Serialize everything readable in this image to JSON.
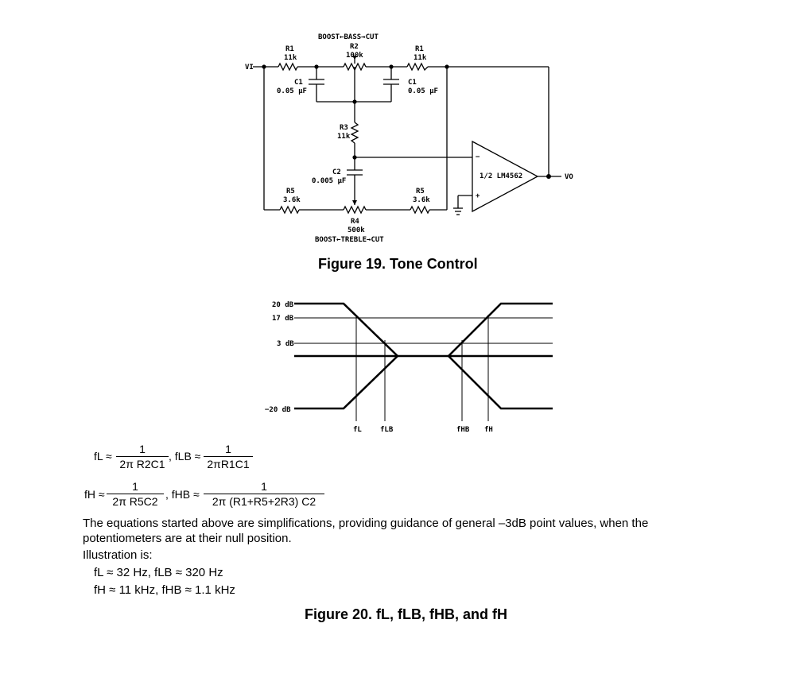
{
  "schematic": {
    "vi": "VI",
    "vo": "VO",
    "bass_label": "BOOST←BASS→CUT",
    "treble_label": "BOOST←TREBLE→CUT",
    "r1_left": {
      "name": "R1",
      "value": "11k"
    },
    "r2": {
      "name": "R2",
      "value": "100k"
    },
    "r1_right": {
      "name": "R1",
      "value": "11k"
    },
    "c1_left": {
      "name": "C1",
      "value": "0.05 μF"
    },
    "c1_right": {
      "name": "C1",
      "value": "0.05 μF"
    },
    "r3": {
      "name": "R3",
      "value": "11k"
    },
    "c2": {
      "name": "C2",
      "value": "0.005 μF"
    },
    "r5_left": {
      "name": "R5",
      "value": "3.6k"
    },
    "r5_right": {
      "name": "R5",
      "value": "3.6k"
    },
    "r4": {
      "name": "R4",
      "value": "500k"
    },
    "opamp": "1/2 LM4562",
    "minus": "−",
    "plus": "+"
  },
  "figure19_caption": "Figure 19.  Tone Control",
  "response": {
    "y_labels": [
      "20 dB",
      "17 dB",
      "3 dB",
      "−20 dB"
    ],
    "x_labels": [
      "fL",
      "fLB",
      "fHB",
      "fH"
    ]
  },
  "equations": {
    "fl_lhs": "fL ≈",
    "fl_num": "1",
    "fl_den": "2π R2C1",
    "flb_lhs": ", fLB ≈",
    "flb_num": "1",
    "flb_den": "2πR1C1",
    "fh_lhs": "fH ≈",
    "fh_num": "1",
    "fh_den": "2π R5C2",
    "fhb_lhs": ", fHB ≈",
    "fhb_num": "1",
    "fhb_den": "2π (R1+R5+2R3) C2"
  },
  "body": {
    "para": "The equations started above are simplifications, providing guidance of general –3dB point values, when the potentiometers are at their null position.",
    "illustration": "Illustration is:",
    "line1": "fL ≈ 32 Hz, fLB ≈ 320 Hz",
    "line2": "fH ≈ 11 kHz, fHB ≈ 1.1 kHz"
  },
  "figure20_caption": "Figure 20.  fL, fLB, fHB, and fH"
}
